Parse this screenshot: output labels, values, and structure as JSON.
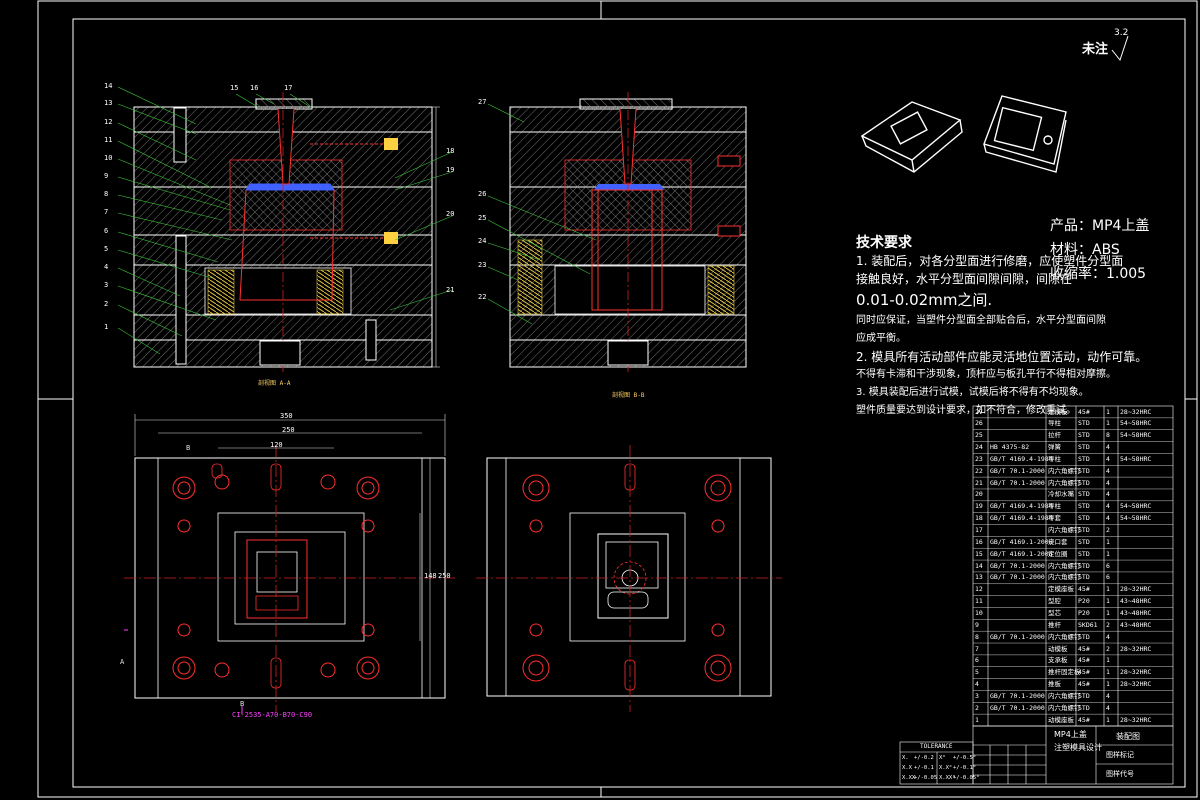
{
  "colors": {
    "background": "#000000",
    "frame": "#ffffff",
    "hatch": "#9a9a9a",
    "outline_red": "#ff3030",
    "center_line": "#d02020",
    "spring_yellow": "#e0c040",
    "cooling_yellow": "#ffd040",
    "cavity_blue": "#4060ff",
    "dim_line": "#e0e0e0",
    "callout_green": "#3cc43c",
    "section_magenta": "#ff40ff"
  },
  "surface_finish": {
    "label": "未注",
    "value": "3.2"
  },
  "section_captions": {
    "a": "剖视图 A-A",
    "b": "剖视图 B-B"
  },
  "part_callouts_left": [
    "14",
    "13",
    "12",
    "11",
    "10",
    "9",
    "8",
    "7",
    "6",
    "5",
    "4",
    "3",
    "2",
    "1"
  ],
  "part_callouts_top": [
    "15",
    "16",
    "17"
  ],
  "part_callouts_right": [
    "18",
    "19",
    "20",
    "21"
  ],
  "part_callouts_b": [
    "27",
    "26",
    "25",
    "24",
    "23",
    "22"
  ],
  "plan_dims": {
    "overall_w": "350",
    "inner_w": "250",
    "sub_w": "120",
    "overall_h": "250",
    "sub_h": "148"
  },
  "section_marks": {
    "a": "A",
    "b": "B"
  },
  "mold_base_code": "CI-2535-A70-B70-C90",
  "tech_notes": {
    "title": "技术要求",
    "lines": [
      "1. 装配后，对各分型面进行修磨，应使塑件分型面",
      "接触良好，水平分型面间隙间隙，间隙在",
      "0.01-0.02mm之间.",
      "同时应保证，当塑件分型面全部贴合后，水平分型面间隙",
      "应成平衡。",
      "2. 模具所有活动部件应能灵活地位置活动，动作可靠。",
      "不得有卡滞和干涉现象，顶杆应与板孔平行不得相对摩擦。",
      "3. 模具装配后进行试模，试模后将不得有不均现象。",
      "塑件质量要达到设计要求，如不符合，修改重试。"
    ]
  },
  "product_info": {
    "product": "产品：MP4上盖",
    "material": "材料：ABS",
    "shrink": "收缩率：1.005"
  },
  "bom": {
    "rows": [
      [
        "27",
        "",
        "定模板",
        "45#",
        "1",
        "28~32HRC"
      ],
      [
        "26",
        "",
        "导柱",
        "STD",
        "1",
        "54~58HRC"
      ],
      [
        "25",
        "",
        "拉杆",
        "STD",
        "8",
        "54~58HRC"
      ],
      [
        "24",
        "HB 4375-82",
        "弹簧",
        "STD",
        "4",
        ""
      ],
      [
        "23",
        "GB/T 4169.4-1984",
        "导柱",
        "STD",
        "4",
        "54~58HRC"
      ],
      [
        "22",
        "GB/T 70.1-2000",
        "内六角螺钉",
        "STD",
        "4",
        ""
      ],
      [
        "21",
        "GB/T 70.1-2000",
        "内六角螺钉",
        "STD",
        "4",
        ""
      ],
      [
        "20",
        "",
        "冷却水嘴",
        "STD",
        "4",
        ""
      ],
      [
        "19",
        "GB/T 4169.4-1984",
        "导柱",
        "STD",
        "4",
        "54~58HRC"
      ],
      [
        "18",
        "GB/T 4169.4-1984",
        "导套",
        "STD",
        "4",
        "54~58HRC"
      ],
      [
        "17",
        "",
        "内六角螺钉",
        "STD",
        "2",
        ""
      ],
      [
        "16",
        "GB/T 4169.1-2006",
        "浇口套",
        "STD",
        "1",
        ""
      ],
      [
        "15",
        "GB/T 4169.1-2006",
        "定位圈",
        "STD",
        "1",
        ""
      ],
      [
        "14",
        "GB/T 70.1-2000",
        "内六角螺钉",
        "STD",
        "6",
        ""
      ],
      [
        "13",
        "GB/T 70.1-2000",
        "内六角螺钉",
        "STD",
        "6",
        ""
      ],
      [
        "12",
        "",
        "定模座板",
        "45#",
        "1",
        "28~32HRC"
      ],
      [
        "11",
        "",
        "型腔",
        "P20",
        "1",
        "43~48HRC"
      ],
      [
        "10",
        "",
        "型芯",
        "P20",
        "1",
        "43~48HRC"
      ],
      [
        "9",
        "",
        "推杆",
        "SKD61",
        "2",
        "43~48HRC"
      ],
      [
        "8",
        "GB/T 70.1-2000",
        "内六角螺钉",
        "STD",
        "4",
        ""
      ],
      [
        "7",
        "",
        "动模板",
        "45#",
        "2",
        "28~32HRC"
      ],
      [
        "6",
        "",
        "支承板",
        "45#",
        "1",
        ""
      ],
      [
        "5",
        "",
        "推杆固定板",
        "45#",
        "1",
        "28~32HRC"
      ],
      [
        "4",
        "",
        "推板",
        "45#",
        "1",
        "28~32HRC"
      ],
      [
        "3",
        "GB/T 70.1-2000",
        "内六角螺钉",
        "STD",
        "4",
        ""
      ],
      [
        "2",
        "GB/T 70.1-2000",
        "内六角螺钉",
        "STD",
        "4",
        ""
      ],
      [
        "1",
        "",
        "动模座板",
        "45#",
        "1",
        "28~32HRC"
      ]
    ]
  },
  "title_block": {
    "title_line1": "MP4上盖",
    "title_line2": "注塑模具设计",
    "drawing_type": "装配图",
    "school": "图样标记",
    "drawing_no": "图样代号"
  },
  "tolerance_table": {
    "header": "TOLERANCE",
    "rows": [
      [
        "X.",
        "+/-0.2",
        "X°",
        "+/-0.5°"
      ],
      [
        "X.X",
        "+/-0.1",
        "X.X°",
        "+/-0.1°"
      ],
      [
        "X.XX",
        "+/-0.05",
        "X.XX°",
        "+/-0.05°"
      ]
    ]
  }
}
